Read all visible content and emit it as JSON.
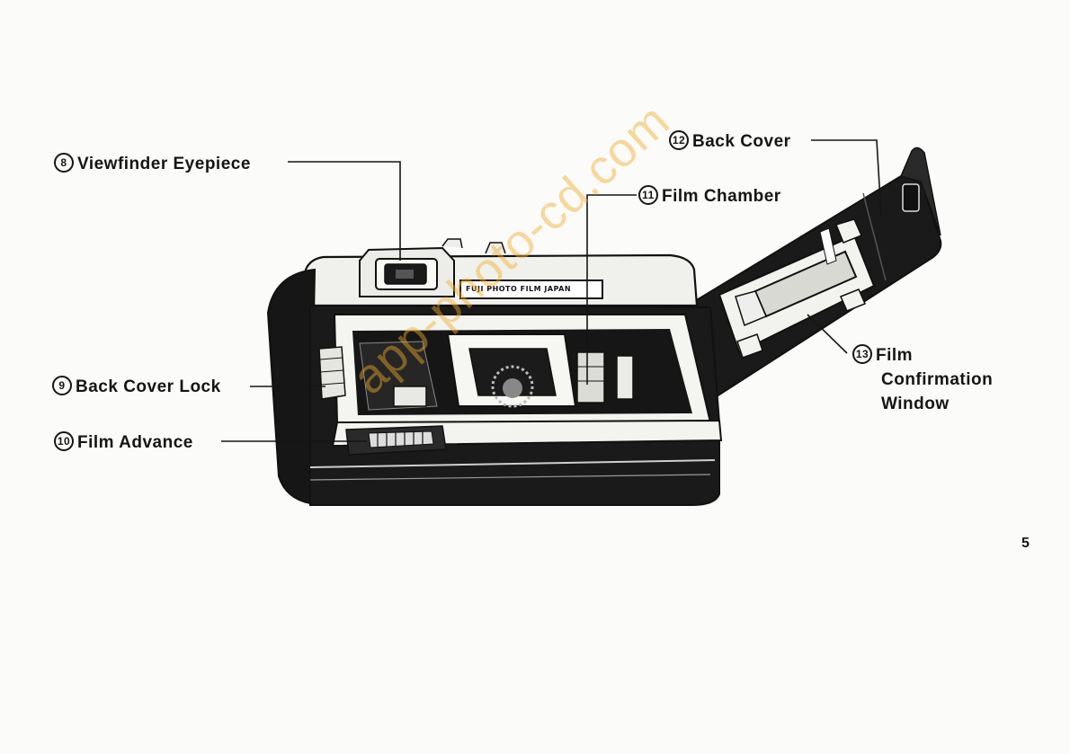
{
  "labels": {
    "viewfinder": {
      "num": "8",
      "text": "Viewfinder Eyepiece"
    },
    "back_cover_lock": {
      "num": "9",
      "text": "Back Cover Lock"
    },
    "film_advance": {
      "num": "10",
      "text": "Film Advance"
    },
    "film_chamber": {
      "num": "11",
      "text": "Film Chamber"
    },
    "back_cover": {
      "num": "12",
      "text": "Back Cover"
    },
    "film_window": {
      "num": "13",
      "lines": [
        "Film",
        "Confirmation",
        "Window"
      ]
    }
  },
  "camera_brand": "FUJI PHOTO FILM JAPAN",
  "page_number": "5",
  "watermark": "app-photo-cd.com",
  "colors": {
    "ink": "#151515",
    "body": "#1a1a1a",
    "paper": "#fbfbf9",
    "watermark": "#f5aa28"
  }
}
